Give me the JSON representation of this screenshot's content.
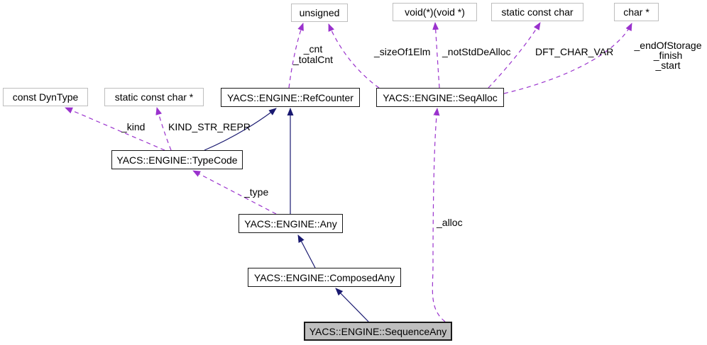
{
  "diagram": {
    "type": "collaboration-graph",
    "colors": {
      "inheritance": "#191970",
      "usage": "#9a32cd",
      "plain_border": "#bebebe",
      "class_border": "#1a1a1a",
      "highlight_fill": "#bfbfbf"
    },
    "nodes": {
      "unsigned_type": {
        "label": "unsigned"
      },
      "void_fn_ptr": {
        "label": "void(*)(void *)"
      },
      "static_const_char": {
        "label": "static const char"
      },
      "char_ptr": {
        "label": "char *"
      },
      "const_dyntype": {
        "label": "const DynType"
      },
      "static_const_char_ptr": {
        "label": "static const char *"
      },
      "refcounter": {
        "label": "YACS::ENGINE::RefCounter"
      },
      "seqalloc": {
        "label": "YACS::ENGINE::SeqAlloc"
      },
      "typecode": {
        "label": "YACS::ENGINE::TypeCode"
      },
      "any": {
        "label": "YACS::ENGINE::Any"
      },
      "composedany": {
        "label": "YACS::ENGINE::ComposedAny"
      },
      "sequenceany": {
        "label": "YACS::ENGINE::SequenceAny"
      }
    },
    "edge_labels": {
      "cnt": "_cnt\n_totalCnt",
      "sizeof1elm": "_sizeOf1Elm",
      "notstddealloc": "_notStdDeAlloc",
      "dft_char_var": "DFT_CHAR_VAR",
      "endofstorage": "_endOfStorage\n_finish\n_start",
      "kind": "_kind",
      "kind_str_repr": "KIND_STR_REPR",
      "type": "_type",
      "alloc": "_alloc"
    }
  }
}
